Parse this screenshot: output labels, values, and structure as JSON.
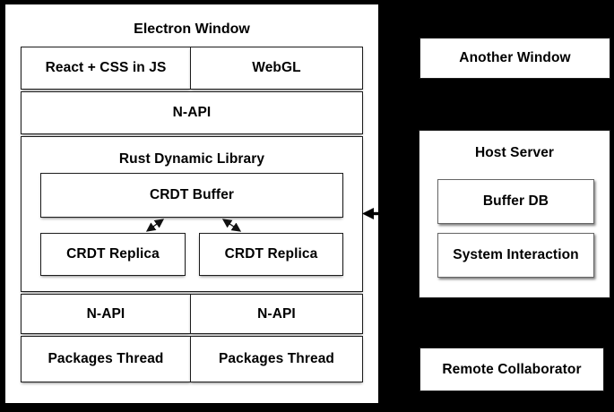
{
  "colors": {
    "background": "#000000",
    "box_fill": "#ffffff",
    "box_border": "#1c1c1c",
    "inner_box_border": "#666666",
    "text": "#000000",
    "arrow": "#000000"
  },
  "electron_window": {
    "title": "Electron Window",
    "ui_row": [
      "React + CSS in JS",
      "WebGL"
    ],
    "napi_top": "N-API",
    "rust_library": {
      "title": "Rust Dynamic Library",
      "buffer": "CRDT Buffer",
      "replicas": [
        "CRDT Replica",
        "CRDT Replica"
      ]
    },
    "napi_row": [
      "N-API",
      "N-API"
    ],
    "packages_row": [
      "Packages Thread",
      "Packages Thread"
    ]
  },
  "right_column": {
    "another_window": "Another Window",
    "host_server": {
      "title": "Host Server",
      "items": [
        "Buffer DB",
        "System Interaction"
      ]
    },
    "remote_collaborator": "Remote Collaborator"
  },
  "icons": {
    "incoming_arrow": "left-pointing-arrow",
    "sync_links": "double-headed-arrow"
  }
}
